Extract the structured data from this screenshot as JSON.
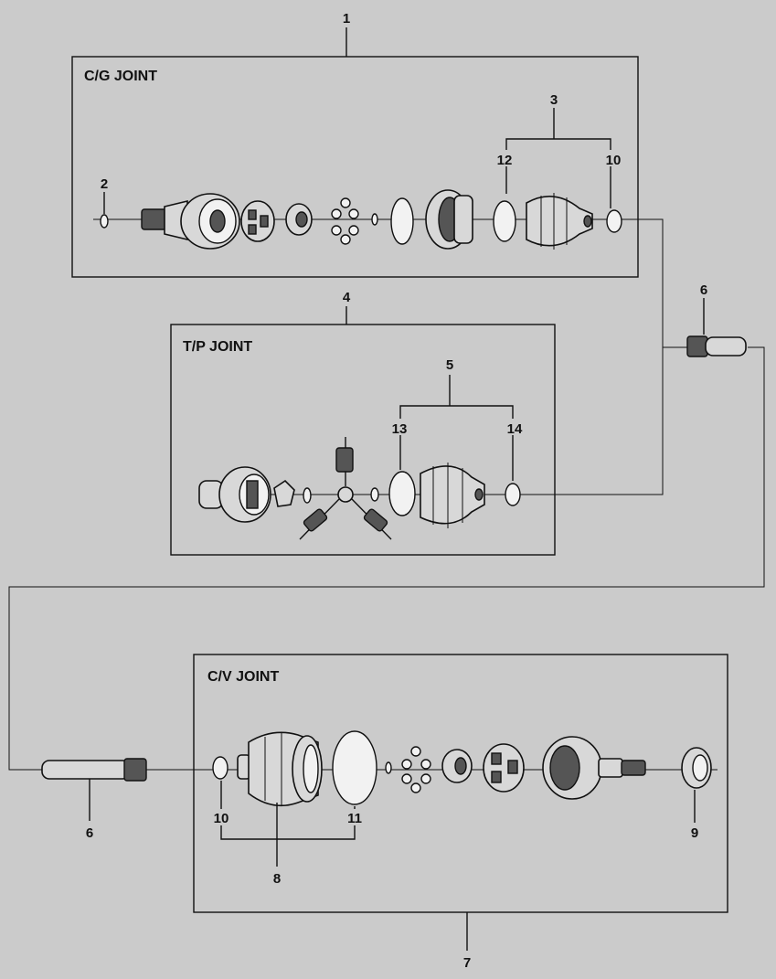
{
  "diagram": {
    "colors": {
      "background": "#cbcbcb",
      "ink": "#111111",
      "part_fill": "#d8d8d8"
    },
    "groups": {
      "cg": {
        "title": "C/G JOINT"
      },
      "tp": {
        "title": "T/P JOINT"
      },
      "cv": {
        "title": "C/V JOINT"
      }
    },
    "callouts": {
      "c1": "1",
      "c2": "2",
      "c3": "3",
      "c4": "4",
      "c5": "5",
      "c6a": "6",
      "c6b": "6",
      "c7": "7",
      "c8": "8",
      "c9": "9",
      "c10a": "10",
      "c10b": "10",
      "c11": "11",
      "c12": "12",
      "c13": "13",
      "c14": "14"
    }
  }
}
